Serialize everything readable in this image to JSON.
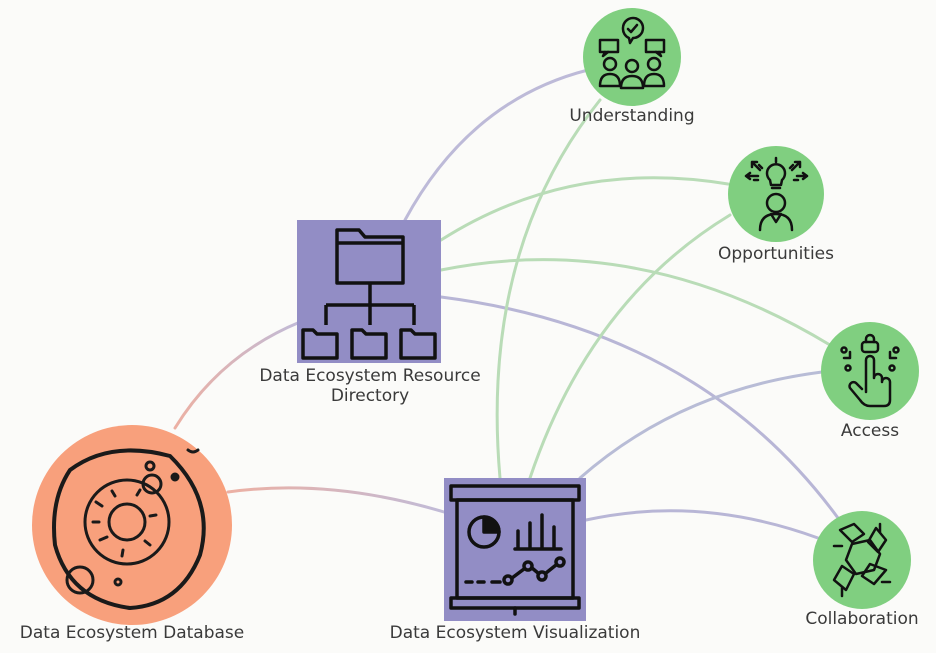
{
  "nodes": {
    "database": {
      "label": "Data Ecosystem Database",
      "color": "#f5a07a",
      "icon": "cell-icon"
    },
    "resource_directory": {
      "label_line1": "Data Ecosystem Resource",
      "label_line2": "Directory",
      "color": "#928dc5",
      "icon": "folder-hierarchy-icon"
    },
    "visualization": {
      "label": "Data Ecosystem Visualization",
      "color": "#928dc5",
      "icon": "presentation-chart-icon"
    },
    "understanding": {
      "label": "Understanding",
      "color": "#7fcf7f",
      "icon": "team-discussion-icon"
    },
    "opportunities": {
      "label": "Opportunities",
      "color": "#7fcf7f",
      "icon": "person-lightbulb-icon"
    },
    "access": {
      "label": "Access",
      "color": "#7fcf7f",
      "icon": "hand-touch-icon"
    },
    "collaboration": {
      "label": "Collaboration",
      "color": "#7fcf7f",
      "icon": "hands-together-icon"
    }
  },
  "edge_colors": {
    "purple": "#b3b1d6",
    "green": "#b9dcb7",
    "salmon": "#e9b8ae"
  }
}
